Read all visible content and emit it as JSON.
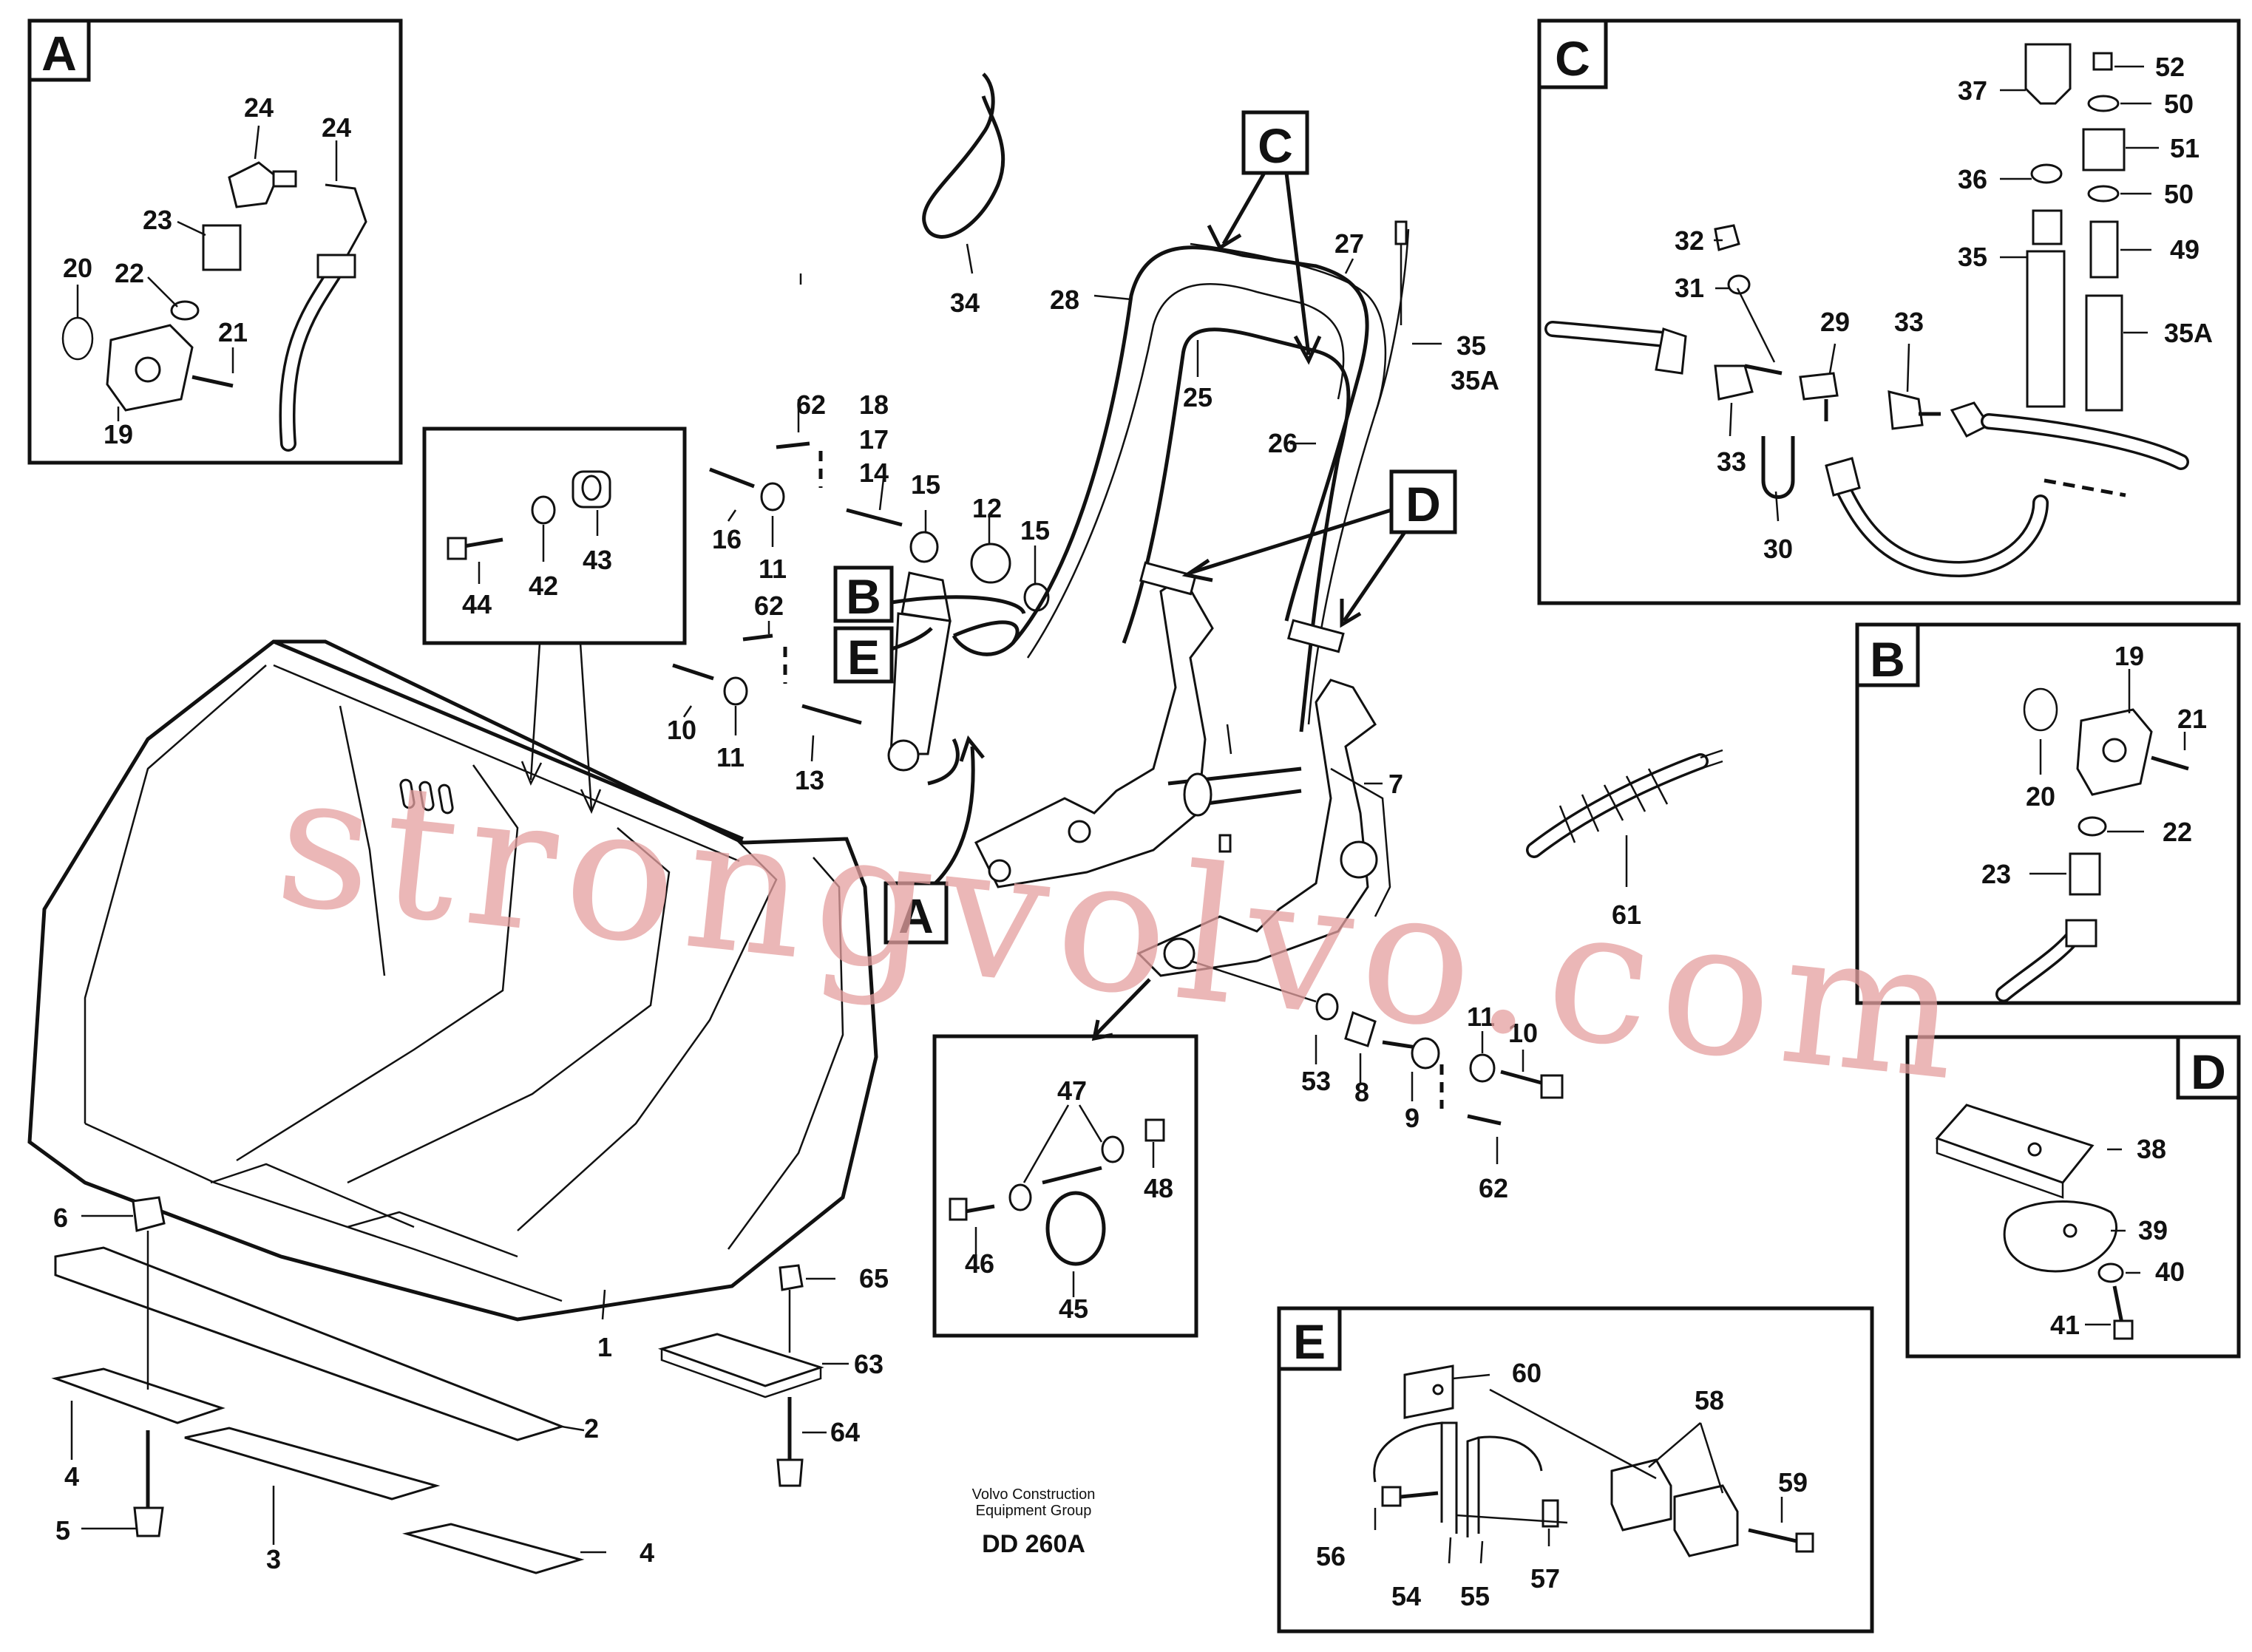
{
  "detail_boxes": {
    "A": "A",
    "B": "B",
    "C": "C",
    "D": "D",
    "E": "E"
  },
  "main_refs": {
    "A": "A",
    "B": "B",
    "C": "C",
    "D": "D",
    "E": "E"
  },
  "caption": {
    "line1": "Volvo Construction",
    "line2": "Equipment Group",
    "code": "DD 260A"
  },
  "watermark": "strongvolvo.com",
  "part_numbers": {
    "n1": "1",
    "n2": "2",
    "n3": "3",
    "n4": "4",
    "n5": "5",
    "n6": "6",
    "n7": "7",
    "n8": "8",
    "n9": "9",
    "n10": "10",
    "n11": "11",
    "n12": "12",
    "n13": "13",
    "n14": "14",
    "n15": "15",
    "n16": "16",
    "n17": "17",
    "n18": "18",
    "n19": "19",
    "n20": "20",
    "n21": "21",
    "n22": "22",
    "n23": "23",
    "n24": "24",
    "n25": "25",
    "n26": "26",
    "n27": "27",
    "n28": "28",
    "n29": "29",
    "n30": "30",
    "n31": "31",
    "n32": "32",
    "n33": "33",
    "n34": "34",
    "n35": "35",
    "n35a": "35A",
    "n36": "36",
    "n37": "37",
    "n38": "38",
    "n39": "39",
    "n40": "40",
    "n41": "41",
    "n42": "42",
    "n43": "43",
    "n44": "44",
    "n45": "45",
    "n46": "46",
    "n47": "47",
    "n48": "48",
    "n49": "49",
    "n50": "50",
    "n51": "51",
    "n52": "52",
    "n53": "53",
    "n54": "54",
    "n55": "55",
    "n56": "56",
    "n57": "57",
    "n58": "58",
    "n59": "59",
    "n60": "60",
    "n61": "61",
    "n62": "62",
    "n63": "63",
    "n64": "64",
    "n65": "65"
  }
}
